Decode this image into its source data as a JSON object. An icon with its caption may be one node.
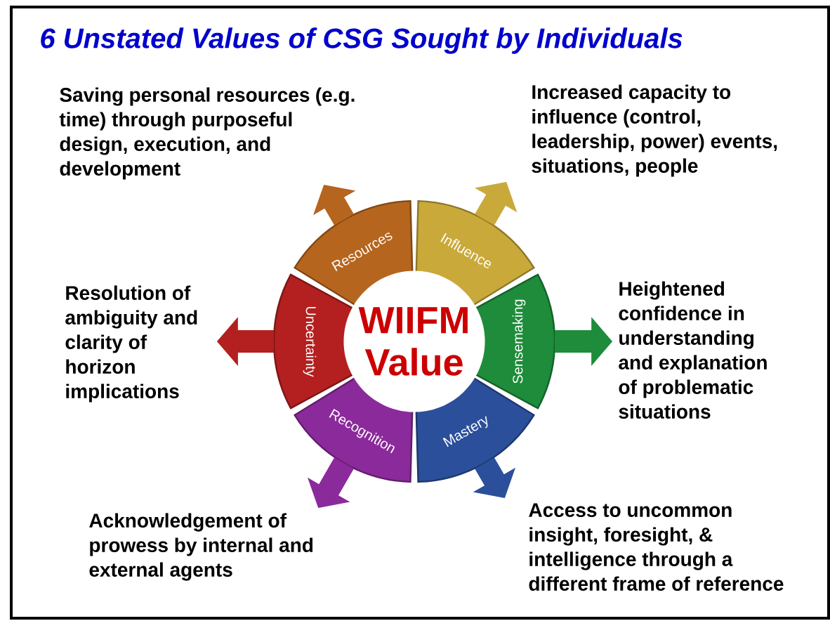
{
  "diagram": {
    "title": "6 Unstated Values of CSG Sought by Individuals",
    "nodes": [
      {
        "text": [
          "WIIFM Value"
        ]
      },
      {
        "text": [
          "Resources"
        ]
      },
      {
        "text": [
          "Influence"
        ]
      },
      {
        "text": [
          "Uncertainty"
        ]
      },
      {
        "text": [
          "Sensemaking"
        ]
      },
      {
        "text": [
          "Recognition"
        ]
      },
      {
        "text": [
          "Mastery"
        ]
      },
      {
        "text": [
          "Saving personal resources (e.g. time) through purposeful design, execution, and development"
        ]
      },
      {
        "text": [
          "Increased capacity to influence (control, leadership, power) events, situations, people"
        ]
      },
      {
        "text": [
          "Resolution of ambiguity and clarity of horizon implications"
        ]
      },
      {
        "text": [
          "Heightened confidence in understanding and explanation of problematic situations"
        ]
      },
      {
        "text": [
          "Acknowledgement of prowess by internal and external agents"
        ]
      },
      {
        "text": [
          "Access to uncommon insight, foresight, & intelligence through a different frame of reference"
        ]
      }
    ],
    "edges": [
      {
        "from": 1,
        "to": 7,
        "arrow": "to",
        "color": "#b5651d"
      },
      {
        "from": 2,
        "to": 8,
        "arrow": "to",
        "color": "#c9a93a"
      },
      {
        "from": 3,
        "to": 9,
        "arrow": "to",
        "color": "#b3201f"
      },
      {
        "from": 4,
        "to": 10,
        "arrow": "to",
        "color": "#1e8c3a"
      },
      {
        "from": 5,
        "to": 11,
        "arrow": "to",
        "color": "#8b2a9b"
      },
      {
        "from": 6,
        "to": 12,
        "arrow": "to",
        "color": "#2b4f9b"
      }
    ]
  }
}
